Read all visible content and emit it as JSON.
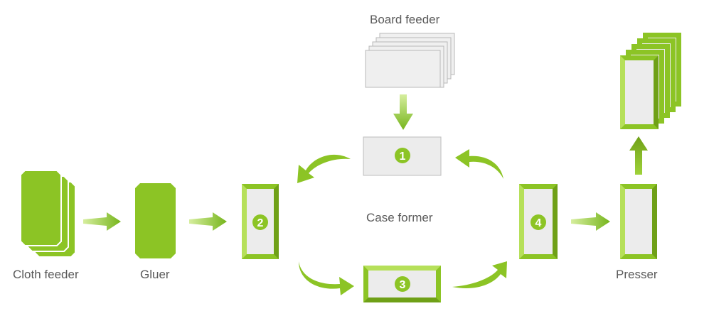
{
  "labels": {
    "board_feeder": "Board feeder",
    "cloth_feeder": "Cloth feeder",
    "gluer": "Gluer",
    "case_former": "Case former",
    "presser": "Presser"
  },
  "steps": {
    "one": "1",
    "two": "2",
    "three": "3",
    "four": "4"
  },
  "colors": {
    "green": "#8cc425",
    "green_dark": "#6fa017",
    "green_light": "#b6e05a",
    "panel_gray": "#ececec",
    "panel_border": "#bdbdbd",
    "text": "#5a5a5a"
  }
}
